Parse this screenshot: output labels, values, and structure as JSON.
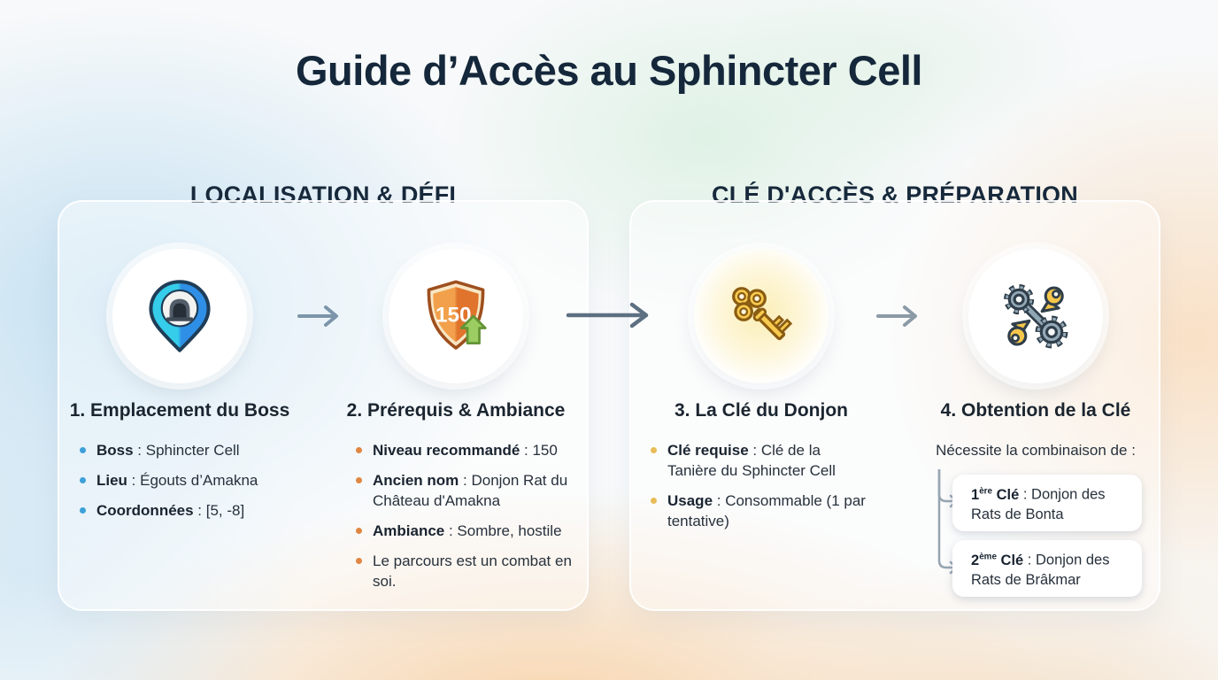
{
  "title": "Guide d’Accès au Sphincter Cell",
  "sections": {
    "left": "LOCALISATION & DÉFI",
    "right": "CLÉ D'ACCÈS & PRÉPARATION"
  },
  "steps": [
    {
      "title": "1. Emplacement du Boss",
      "icon": "location-pin-dungeon",
      "bullet_color": "#3da0d8",
      "bullets": [
        {
          "label": "Boss",
          "text": "Sphincter Cell"
        },
        {
          "label": "Lieu",
          "text": "Égouts d’Amakna"
        },
        {
          "label": "Coordonnées",
          "text": "[5, -8]"
        }
      ]
    },
    {
      "title": "2. Prérequis & Ambiance",
      "icon": "shield-level",
      "shield_value": "150",
      "bullet_color": "#df8742",
      "bullets": [
        {
          "label": "Niveau recommandé",
          "text": "150"
        },
        {
          "label": "Ancien nom",
          "text": "Donjon Rat du Château d'Amakna"
        },
        {
          "label": "Ambiance",
          "text": "Sombre, hostile"
        },
        {
          "label": "",
          "text": "Le parcours est un combat en soi."
        }
      ]
    },
    {
      "title": "3. La Clé du Donjon",
      "icon": "golden-key",
      "bullet_color": "#e7bd57",
      "bullets": [
        {
          "label": "Clé requise",
          "text": "Clé de la Tanière du Sphincter Cell"
        },
        {
          "label": "Usage",
          "text": "Consommable (1 par tentative)"
        }
      ]
    },
    {
      "title": "4. Obtention de la Clé",
      "icon": "gears-and-keys",
      "intro": "Nécessite la combinaison de :",
      "key_cards": [
        {
          "ordinal": "1",
          "ordinal_suffix": "ère",
          "label": "Clé",
          "text": "Donjon des Rats de Bonta"
        },
        {
          "ordinal": "2",
          "ordinal_suffix": "ème",
          "label": "Clé",
          "text": "Donjon des Rats de Brâkmar"
        }
      ]
    }
  ]
}
